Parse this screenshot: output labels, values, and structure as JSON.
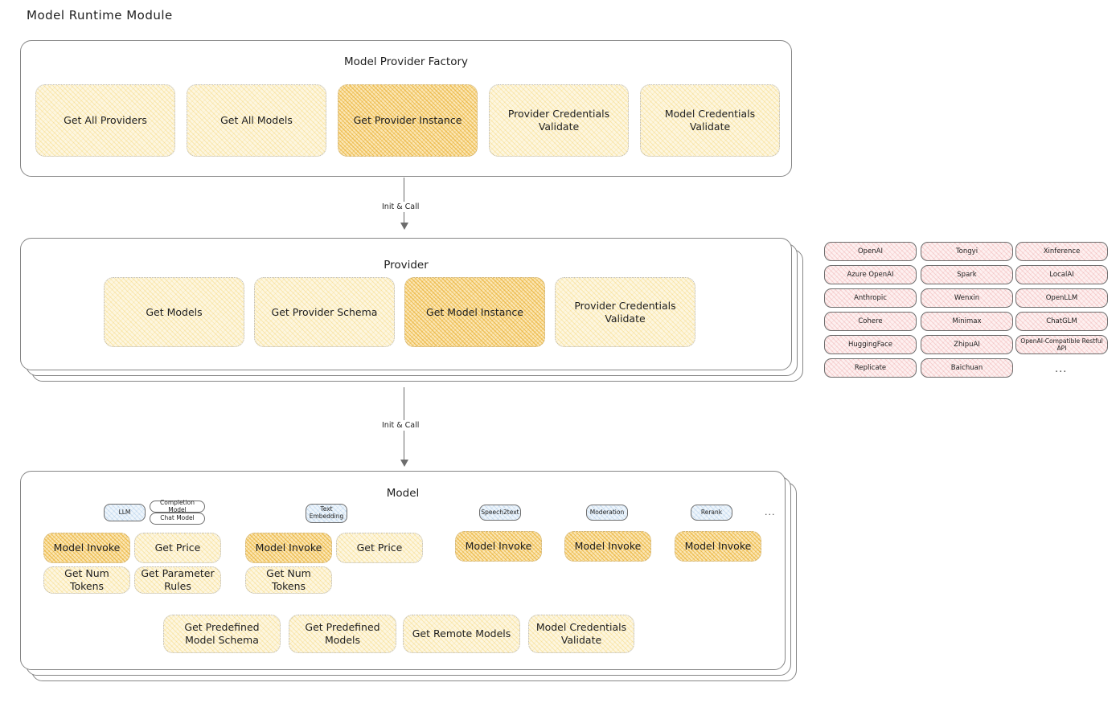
{
  "page": {
    "title": "Model Runtime Module"
  },
  "factory": {
    "title": "Model Provider Factory",
    "nodes": [
      {
        "label": "Get All Providers",
        "highlight": false
      },
      {
        "label": "Get All Models",
        "highlight": false
      },
      {
        "label": "Get Provider Instance",
        "highlight": true
      },
      {
        "label": "Provider Credentials Validate",
        "highlight": false
      },
      {
        "label": "Model Credentials Validate",
        "highlight": false
      }
    ]
  },
  "connector_1": {
    "label": "Init & Call"
  },
  "provider": {
    "title": "Provider",
    "nodes": [
      {
        "label": "Get Models",
        "highlight": false
      },
      {
        "label": "Get Provider Schema",
        "highlight": false
      },
      {
        "label": "Get Model Instance",
        "highlight": true
      },
      {
        "label": "Provider Credentials Validate",
        "highlight": false
      }
    ]
  },
  "connector_2": {
    "label": "Init & Call"
  },
  "provider_list": {
    "columns": [
      [
        "OpenAI",
        "Azure OpenAI",
        "Anthropic",
        "Cohere",
        "HuggingFace",
        "Replicate"
      ],
      [
        "Tongyi",
        "Spark",
        "Wenxin",
        "Minimax",
        "ZhipuAI",
        "Baichuan"
      ],
      [
        "Xinference",
        "LocalAI",
        "OpenLLM",
        "ChatGLM",
        "OpenAI-Compatible Restful API"
      ]
    ],
    "more": "..."
  },
  "model": {
    "title": "Model",
    "more": "...",
    "types": [
      {
        "badge": "LLM",
        "sub_badges": [
          "Completion Model",
          "Chat Model"
        ],
        "methods": [
          {
            "label": "Model Invoke",
            "highlight": true
          },
          {
            "label": "Get Price",
            "highlight": false
          },
          {
            "label": "Get Num Tokens",
            "highlight": false
          },
          {
            "label": "Get Parameter Rules",
            "highlight": false
          }
        ]
      },
      {
        "badge": "Text Embedding",
        "sub_badges": [],
        "methods": [
          {
            "label": "Model Invoke",
            "highlight": true
          },
          {
            "label": "Get Price",
            "highlight": false
          },
          {
            "label": "Get Num Tokens",
            "highlight": false
          }
        ]
      },
      {
        "badge": "Speech2text",
        "sub_badges": [],
        "methods": [
          {
            "label": "Model Invoke",
            "highlight": true
          }
        ]
      },
      {
        "badge": "Moderation",
        "sub_badges": [],
        "methods": [
          {
            "label": "Model Invoke",
            "highlight": true
          }
        ]
      },
      {
        "badge": "Rerank",
        "sub_badges": [],
        "methods": [
          {
            "label": "Model Invoke",
            "highlight": true
          }
        ]
      }
    ],
    "shared_methods": [
      "Get Predefined Model Schema",
      "Get Predefined Models",
      "Get Remote Models",
      "Model Credentials Validate"
    ]
  },
  "colors": {
    "highlight_fill": "#fbe6b4",
    "node_fill": "#fdf6e0",
    "provider_chip_fill": "#fdf0f0",
    "badge_fill": "#eef5fb",
    "stroke": "#6d6d6d",
    "text": "#1e1e1e"
  }
}
